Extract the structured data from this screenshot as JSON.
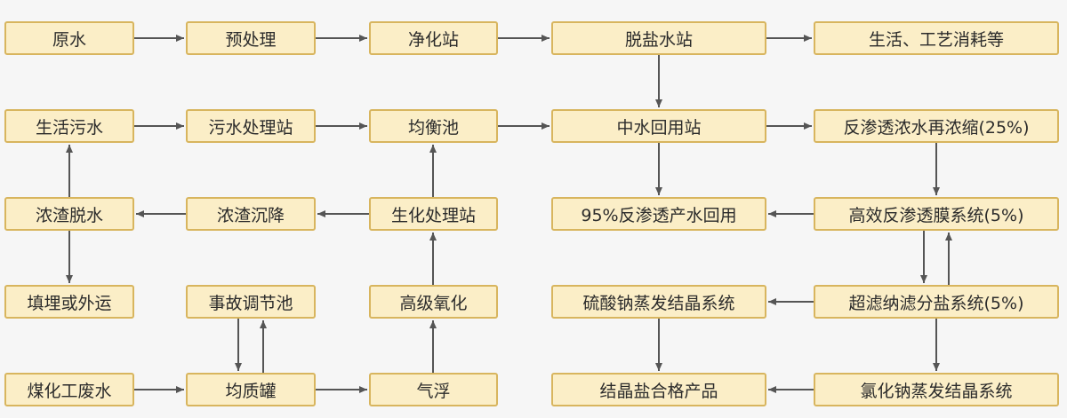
{
  "nodes": {
    "yuanshui": "原水",
    "yuchuli": "预处理",
    "jinghuazhan": "净化站",
    "tuoyanshuizhan": "脱盐水站",
    "shenghuo_gongyi": "生活、工艺消耗等",
    "shenghuowushui": "生活污水",
    "wushuichulizhan": "污水处理站",
    "junhengchi": "均衡池",
    "zhongshuihuiyongzhan": "中水回用站",
    "fanshentou_zaizhongsuo": "反渗透浓水再浓缩(25%)",
    "nongzhatuoshui": "浓渣脱水",
    "nongzhachenjiang": "浓渣沉降",
    "shenghuachulizhan": "生化处理站",
    "chanshui_huiyong": "95%反渗透产水回用",
    "gaoxiao_fanshentou": "高效反渗透膜系统(5%)",
    "tianmai_waiyun": "填埋或外运",
    "shiguchi": "事故调节池",
    "gaojiyanghua": "高级氧化",
    "liusuanna_zhengfa": "硫酸钠蒸发结晶系统",
    "chaolv_fenyan": "超滤纳滤分盐系统(5%)",
    "meihua_feishui": "煤化工废水",
    "junzhiguan": "均质罐",
    "qifu": "气浮",
    "jiejingyan_chanpin": "结晶盐合格产品",
    "lvhuana_zhengfa": "氯化钠蒸发结晶系统"
  },
  "colors": {
    "node_fill": "#fbeec7",
    "node_border": "#d8b55e",
    "arrow": "#555555",
    "background": "#f6f6f6"
  }
}
